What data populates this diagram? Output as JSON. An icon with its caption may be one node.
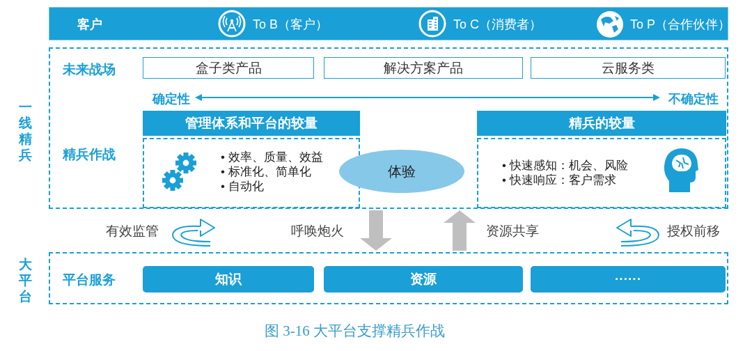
{
  "diagram": {
    "caption": "图 3-16 大平台支撑精兵作战",
    "nodes": [
      {
        "text": [
          "客户",
          "To B（客户）",
          "To C（消费者）",
          "To P（合作伙伴）"
        ]
      },
      {
        "text": [
          "一线精兵"
        ]
      },
      {
        "text": [
          "盒子类产品"
        ],
        "in": 1
      },
      {
        "text": [
          "解决方案产品"
        ],
        "in": 1
      },
      {
        "text": [
          "云服务类"
        ],
        "in": 1
      },
      {
        "text": [
          "确定性"
        ],
        "in": 1
      },
      {
        "text": [
          "不确定性"
        ],
        "in": 1
      },
      {
        "text": [
          "管理体系和平台的较量",
          "• 效率、质量、效益",
          "• 标准化、简单化",
          "• 自动化"
        ],
        "in": 1
      },
      {
        "text": [
          "体验"
        ],
        "in": 1
      },
      {
        "text": [
          "精兵的较量",
          "• 快速感知：机会、风险",
          "• 快速响应：客户需求"
        ],
        "in": 1
      },
      {
        "text": [
          "大平台"
        ]
      },
      {
        "text": [
          "知识"
        ],
        "in": 10
      },
      {
        "text": [
          "资源"
        ],
        "in": 10
      },
      {
        "text": [
          "······"
        ],
        "in": 10
      }
    ],
    "edges": [
      {
        "from": 5,
        "to": 6,
        "arrow": "both",
        "color": "#1a9fd6"
      },
      {
        "from": 1,
        "to": 10,
        "arrow": "to",
        "label": "呼唤炮火",
        "color": "#bfbfbf"
      },
      {
        "from": 10,
        "to": 1,
        "arrow": "to",
        "label": "资源共享",
        "color": "#bfbfbf"
      }
    ],
    "labels": [
      "未来战场",
      "精兵作战",
      "有效监管",
      "授权前移",
      "平台服务"
    ]
  }
}
